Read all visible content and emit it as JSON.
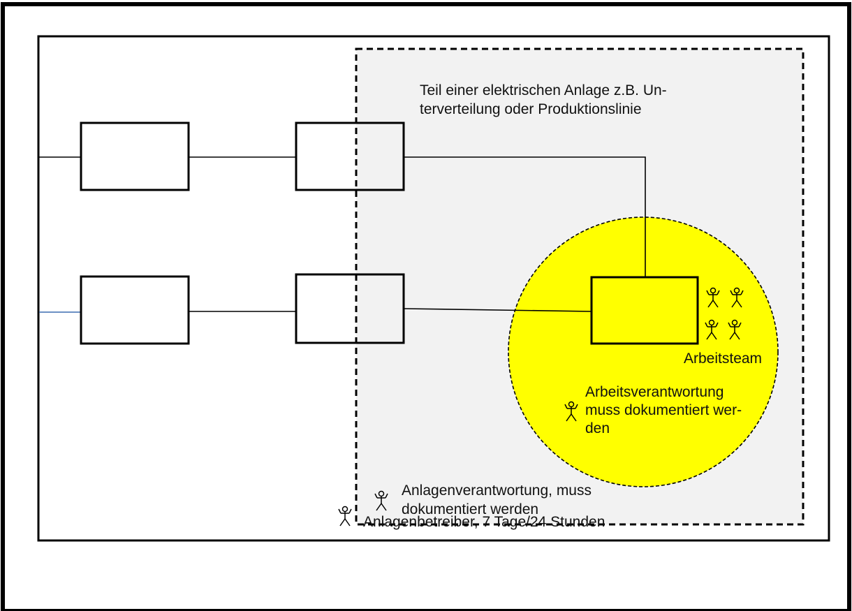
{
  "region_label": {
    "line1": "Teil einer elektrischen Anlage z.B. Un-",
    "line2": "terverteilung oder Produktionslinie"
  },
  "team_label": "Arbeitsteam",
  "work_responsibility": {
    "line1": "Arbeitsverantwortung",
    "line2": "muss dokumentiert wer-",
    "line3": "den"
  },
  "plant_responsibility": {
    "line1": "Anlagenverantwortung, muss",
    "line2": "dokumentiert werden"
  },
  "operator_label": "Anlagenbetreiber, 7 Tage/24 Stunden",
  "colors": {
    "work_zone": "#ffff00",
    "region_fill": "#f2f2f2",
    "feeder_line_lower": "#3b6bb0"
  },
  "icons": {
    "person": "stick-figure-person-icon"
  }
}
